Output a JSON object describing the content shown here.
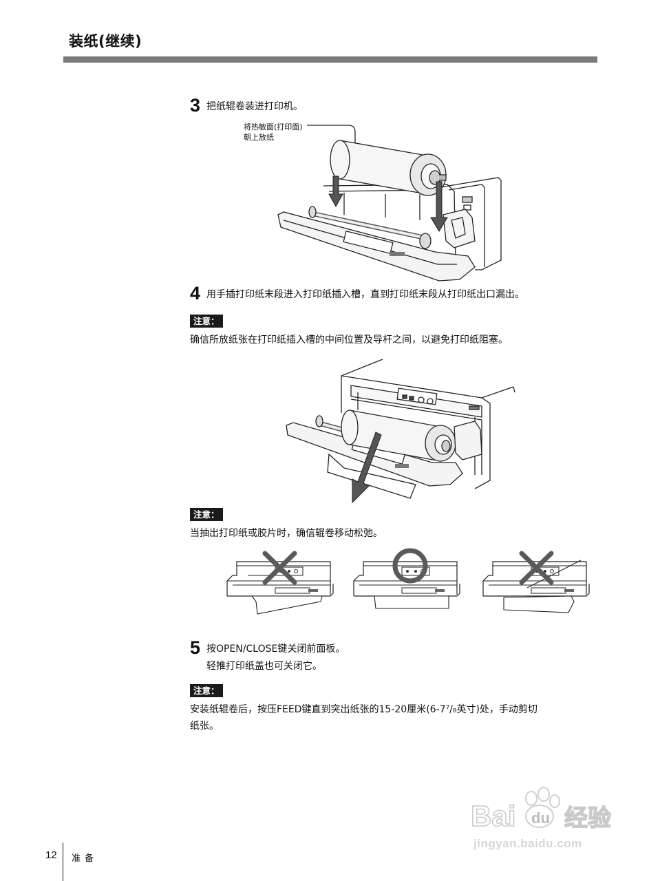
{
  "header": {
    "title": "装纸(继续)"
  },
  "steps": {
    "s3": {
      "num": "3",
      "text": "把纸辊卷装进打印机。"
    },
    "s4": {
      "num": "4",
      "text": "用手插打印纸末段进入打印纸插入槽，直到打印纸末段从打印纸出口漏出。"
    },
    "s5": {
      "num": "5",
      "line1": "按OPEN/CLOSE键关闭前面板。",
      "line2": "轻推打印纸盖也可关闭它。"
    }
  },
  "figure1": {
    "callout_line1": "将热敏面(打印面)",
    "callout_line2": "朝上放纸"
  },
  "notes": {
    "label": "注意：",
    "n1": "确信所放纸张在打印纸插入槽的中间位置及导杆之间，以避免打印纸阻塞。",
    "n2": "当抽出打印纸或胶片时，确信辊卷移动松弛。",
    "n3_line1": "安装纸辊卷后，按压FEED键直到突出纸张的15-20厘米(6-7⁷/₈英寸)处，手动剪切",
    "n3_line2": "纸张。"
  },
  "footer": {
    "page": "12",
    "section": "准备"
  },
  "watermark": {
    "brand": "Bai",
    "brand2": "du",
    "brand_cn": "经验",
    "url": "jingyan.baidu.com"
  },
  "figure3": {
    "marks": [
      "cross",
      "circle",
      "cross"
    ]
  }
}
